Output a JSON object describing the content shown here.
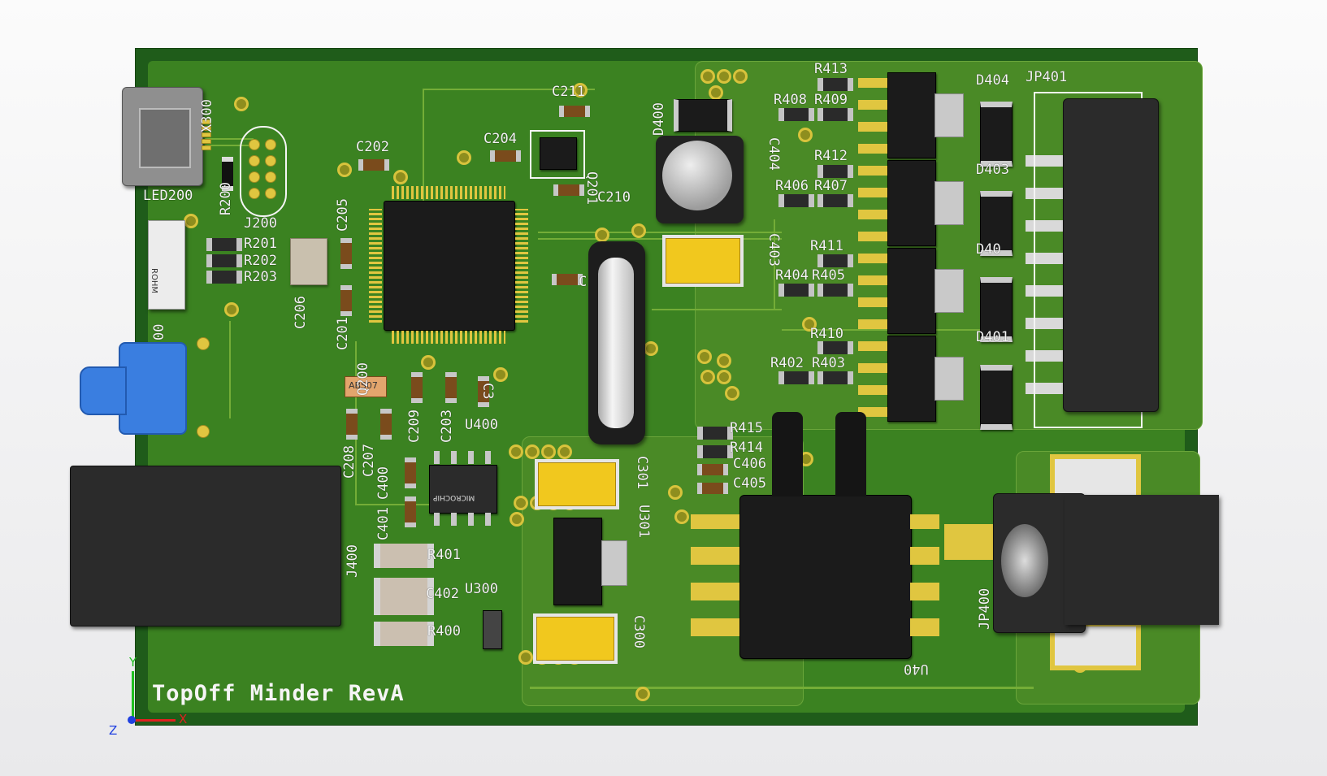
{
  "board": {
    "title": "TopOff Minder RevA",
    "colors": {
      "board": "#1f5c1a",
      "copper": "#3b8221",
      "trace": "#74ad37",
      "pad": "#e0c640",
      "silkscreen": "#f5f5f5"
    }
  },
  "refs": {
    "X300": "X300",
    "LED200": "LED200",
    "R200": "R200",
    "J200": "J200",
    "R201": "R201",
    "R202": "R202",
    "R203": "R203",
    "C202": "C202",
    "C204": "C204",
    "C205": "C205",
    "C206": "C206",
    "C201": "C201",
    "C211": "C211",
    "Q201": "Q201",
    "C210": "C210",
    "C": "C",
    "D400": "D400",
    "C404": "C404",
    "C403": "C403",
    "R413": "R413",
    "R408": "R408",
    "R409": "R409",
    "R412": "R412",
    "R406": "R406",
    "R407": "R407",
    "R411": "R411",
    "R404": "R404",
    "R405": "R405",
    "R410": "R410",
    "R402": "R402",
    "R403": "R403",
    "D404": "D404",
    "JP401": "JP401",
    "D403": "D403",
    "D402": "D40",
    "D401": "D401",
    "ABS07": "ABS07",
    "Q200": "Q200",
    "C209": "C209",
    "C203": "C203",
    "C3": "C3",
    "C208": "C208",
    "C207": "C207",
    "U400": "U400",
    "C400": "C400",
    "C401": "C401",
    "J400": "J400",
    "R401": "R401",
    "C402": "C402",
    "U300": "U300",
    "R400": "R400",
    "C301": "C301",
    "U301": "U301",
    "C300": "C300",
    "R415": "R415",
    "R414": "R414",
    "C406": "C406",
    "C405": "C405",
    "U401": "U40",
    "JP400": "JP400",
    "S00": "00",
    "ROHM": "ROHM",
    "MICROCHIP": "MICROCHIP"
  },
  "axes": {
    "x": "X",
    "y": "Y",
    "z": "Z",
    "x_color": "#e02020",
    "y_color": "#20c020",
    "z_color": "#2040e0"
  }
}
